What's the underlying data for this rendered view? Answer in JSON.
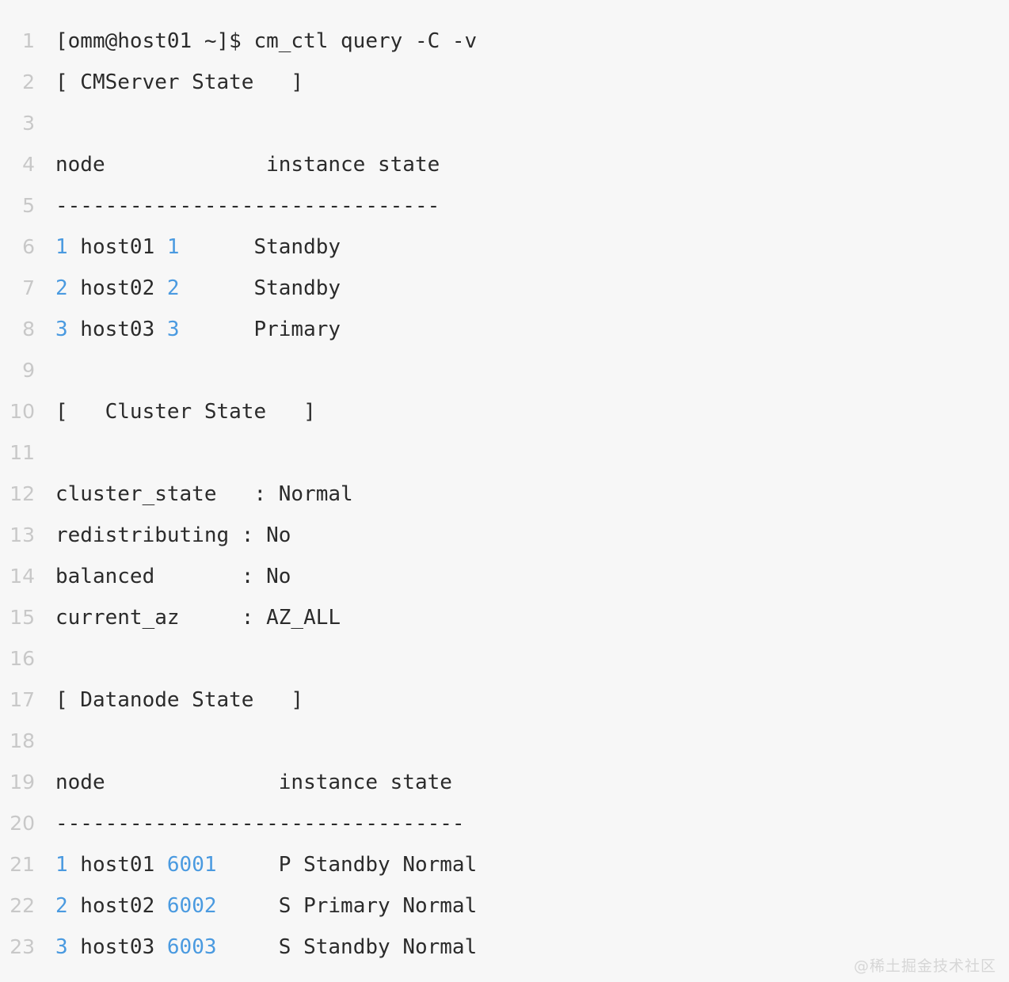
{
  "terminal": {
    "background_color": "#f7f7f7",
    "text_color": "#2b2b2b",
    "number_highlight_color": "#4a9ae0",
    "gutter_color": "#c8c8c8",
    "watermark": "@稀土掘金技术社区",
    "lines": [
      {
        "n": "1",
        "segments": [
          {
            "t": "[omm@host01 ~]$ cm_ctl query -C -v",
            "c": "plain"
          }
        ]
      },
      {
        "n": "2",
        "segments": [
          {
            "t": "[ CMServer State   ]",
            "c": "plain"
          }
        ]
      },
      {
        "n": "3",
        "segments": [
          {
            "t": "",
            "c": "plain"
          }
        ]
      },
      {
        "n": "4",
        "segments": [
          {
            "t": "node             instance state",
            "c": "plain"
          }
        ]
      },
      {
        "n": "5",
        "segments": [
          {
            "t": "-------------------------------",
            "c": "plain"
          }
        ]
      },
      {
        "n": "6",
        "segments": [
          {
            "t": "1",
            "c": "num"
          },
          {
            "t": " host01 ",
            "c": "plain"
          },
          {
            "t": "1",
            "c": "num"
          },
          {
            "t": "      Standby",
            "c": "plain"
          }
        ]
      },
      {
        "n": "7",
        "segments": [
          {
            "t": "2",
            "c": "num"
          },
          {
            "t": " host02 ",
            "c": "plain"
          },
          {
            "t": "2",
            "c": "num"
          },
          {
            "t": "      Standby",
            "c": "plain"
          }
        ]
      },
      {
        "n": "8",
        "segments": [
          {
            "t": "3",
            "c": "num"
          },
          {
            "t": " host03 ",
            "c": "plain"
          },
          {
            "t": "3",
            "c": "num"
          },
          {
            "t": "      Primary",
            "c": "plain"
          }
        ]
      },
      {
        "n": "9",
        "segments": [
          {
            "t": "",
            "c": "plain"
          }
        ]
      },
      {
        "n": "10",
        "segments": [
          {
            "t": "[   Cluster State   ]",
            "c": "plain"
          }
        ]
      },
      {
        "n": "11",
        "segments": [
          {
            "t": "",
            "c": "plain"
          }
        ]
      },
      {
        "n": "12",
        "segments": [
          {
            "t": "cluster_state   : Normal",
            "c": "plain"
          }
        ]
      },
      {
        "n": "13",
        "segments": [
          {
            "t": "redistributing : No",
            "c": "plain"
          }
        ]
      },
      {
        "n": "14",
        "segments": [
          {
            "t": "balanced       : No",
            "c": "plain"
          }
        ]
      },
      {
        "n": "15",
        "segments": [
          {
            "t": "current_az     : AZ_ALL",
            "c": "plain"
          }
        ]
      },
      {
        "n": "16",
        "segments": [
          {
            "t": "",
            "c": "plain"
          }
        ]
      },
      {
        "n": "17",
        "segments": [
          {
            "t": "[ Datanode State   ]",
            "c": "plain"
          }
        ]
      },
      {
        "n": "18",
        "segments": [
          {
            "t": "",
            "c": "plain"
          }
        ]
      },
      {
        "n": "19",
        "segments": [
          {
            "t": "node              instance state",
            "c": "plain"
          }
        ]
      },
      {
        "n": "20",
        "segments": [
          {
            "t": "---------------------------------",
            "c": "plain"
          }
        ]
      },
      {
        "n": "21",
        "segments": [
          {
            "t": "1",
            "c": "num"
          },
          {
            "t": " host01 ",
            "c": "plain"
          },
          {
            "t": "6001",
            "c": "num"
          },
          {
            "t": "     P Standby Normal",
            "c": "plain"
          }
        ]
      },
      {
        "n": "22",
        "segments": [
          {
            "t": "2",
            "c": "num"
          },
          {
            "t": " host02 ",
            "c": "plain"
          },
          {
            "t": "6002",
            "c": "num"
          },
          {
            "t": "     S Primary Normal",
            "c": "plain"
          }
        ]
      },
      {
        "n": "23",
        "segments": [
          {
            "t": "3",
            "c": "num"
          },
          {
            "t": " host03 ",
            "c": "plain"
          },
          {
            "t": "6003",
            "c": "num"
          },
          {
            "t": "     S Standby Normal",
            "c": "plain"
          }
        ]
      }
    ]
  }
}
